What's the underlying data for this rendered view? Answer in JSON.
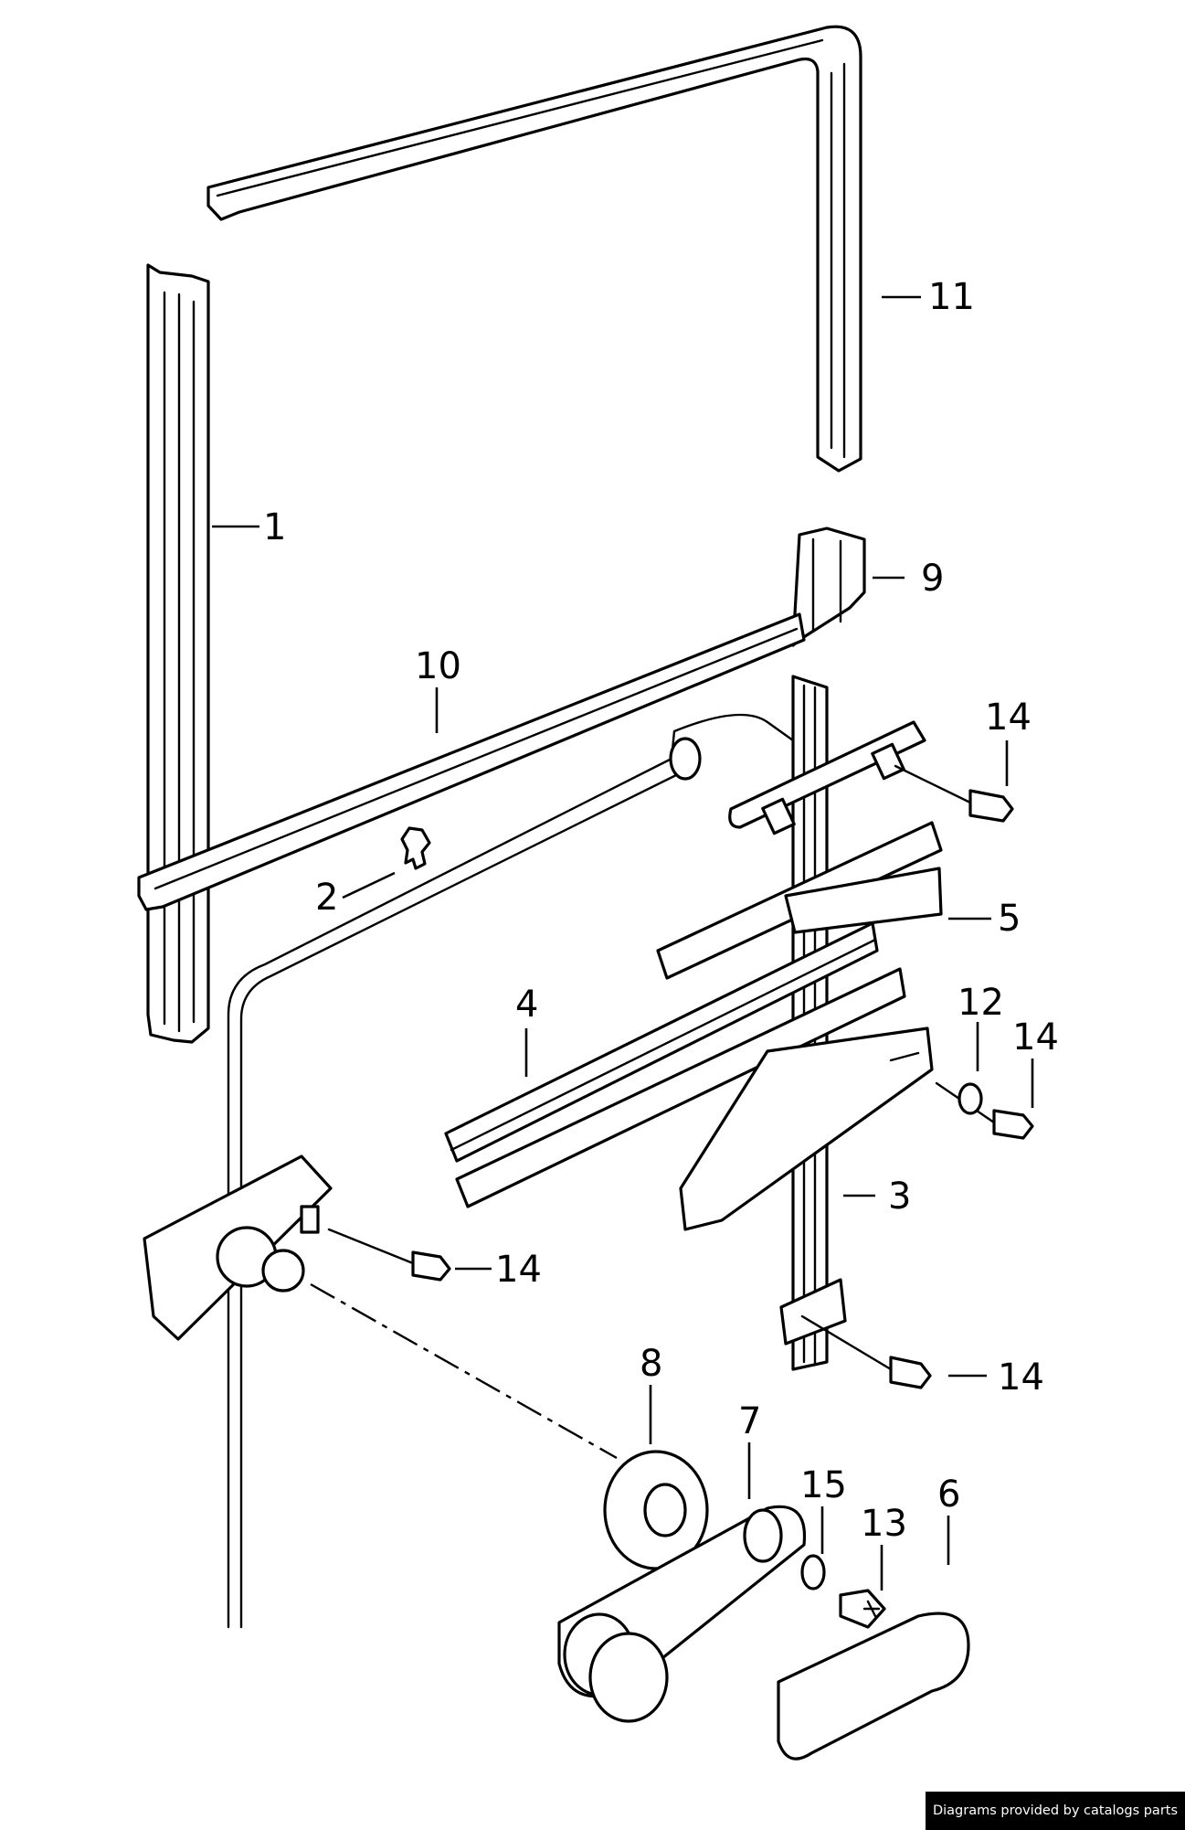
{
  "callouts": {
    "c1": "1",
    "c2": "2",
    "c3": "3",
    "c4": "4",
    "c5": "5",
    "c6": "6",
    "c7": "7",
    "c8": "8",
    "c9": "9",
    "c10": "10",
    "c11": "11",
    "c12": "12",
    "c13": "13",
    "c14a": "14",
    "c14b": "14",
    "c14c": "14",
    "c14d": "14",
    "c15": "15"
  },
  "footer": {
    "credit": "Diagrams provided by catalogs parts"
  }
}
